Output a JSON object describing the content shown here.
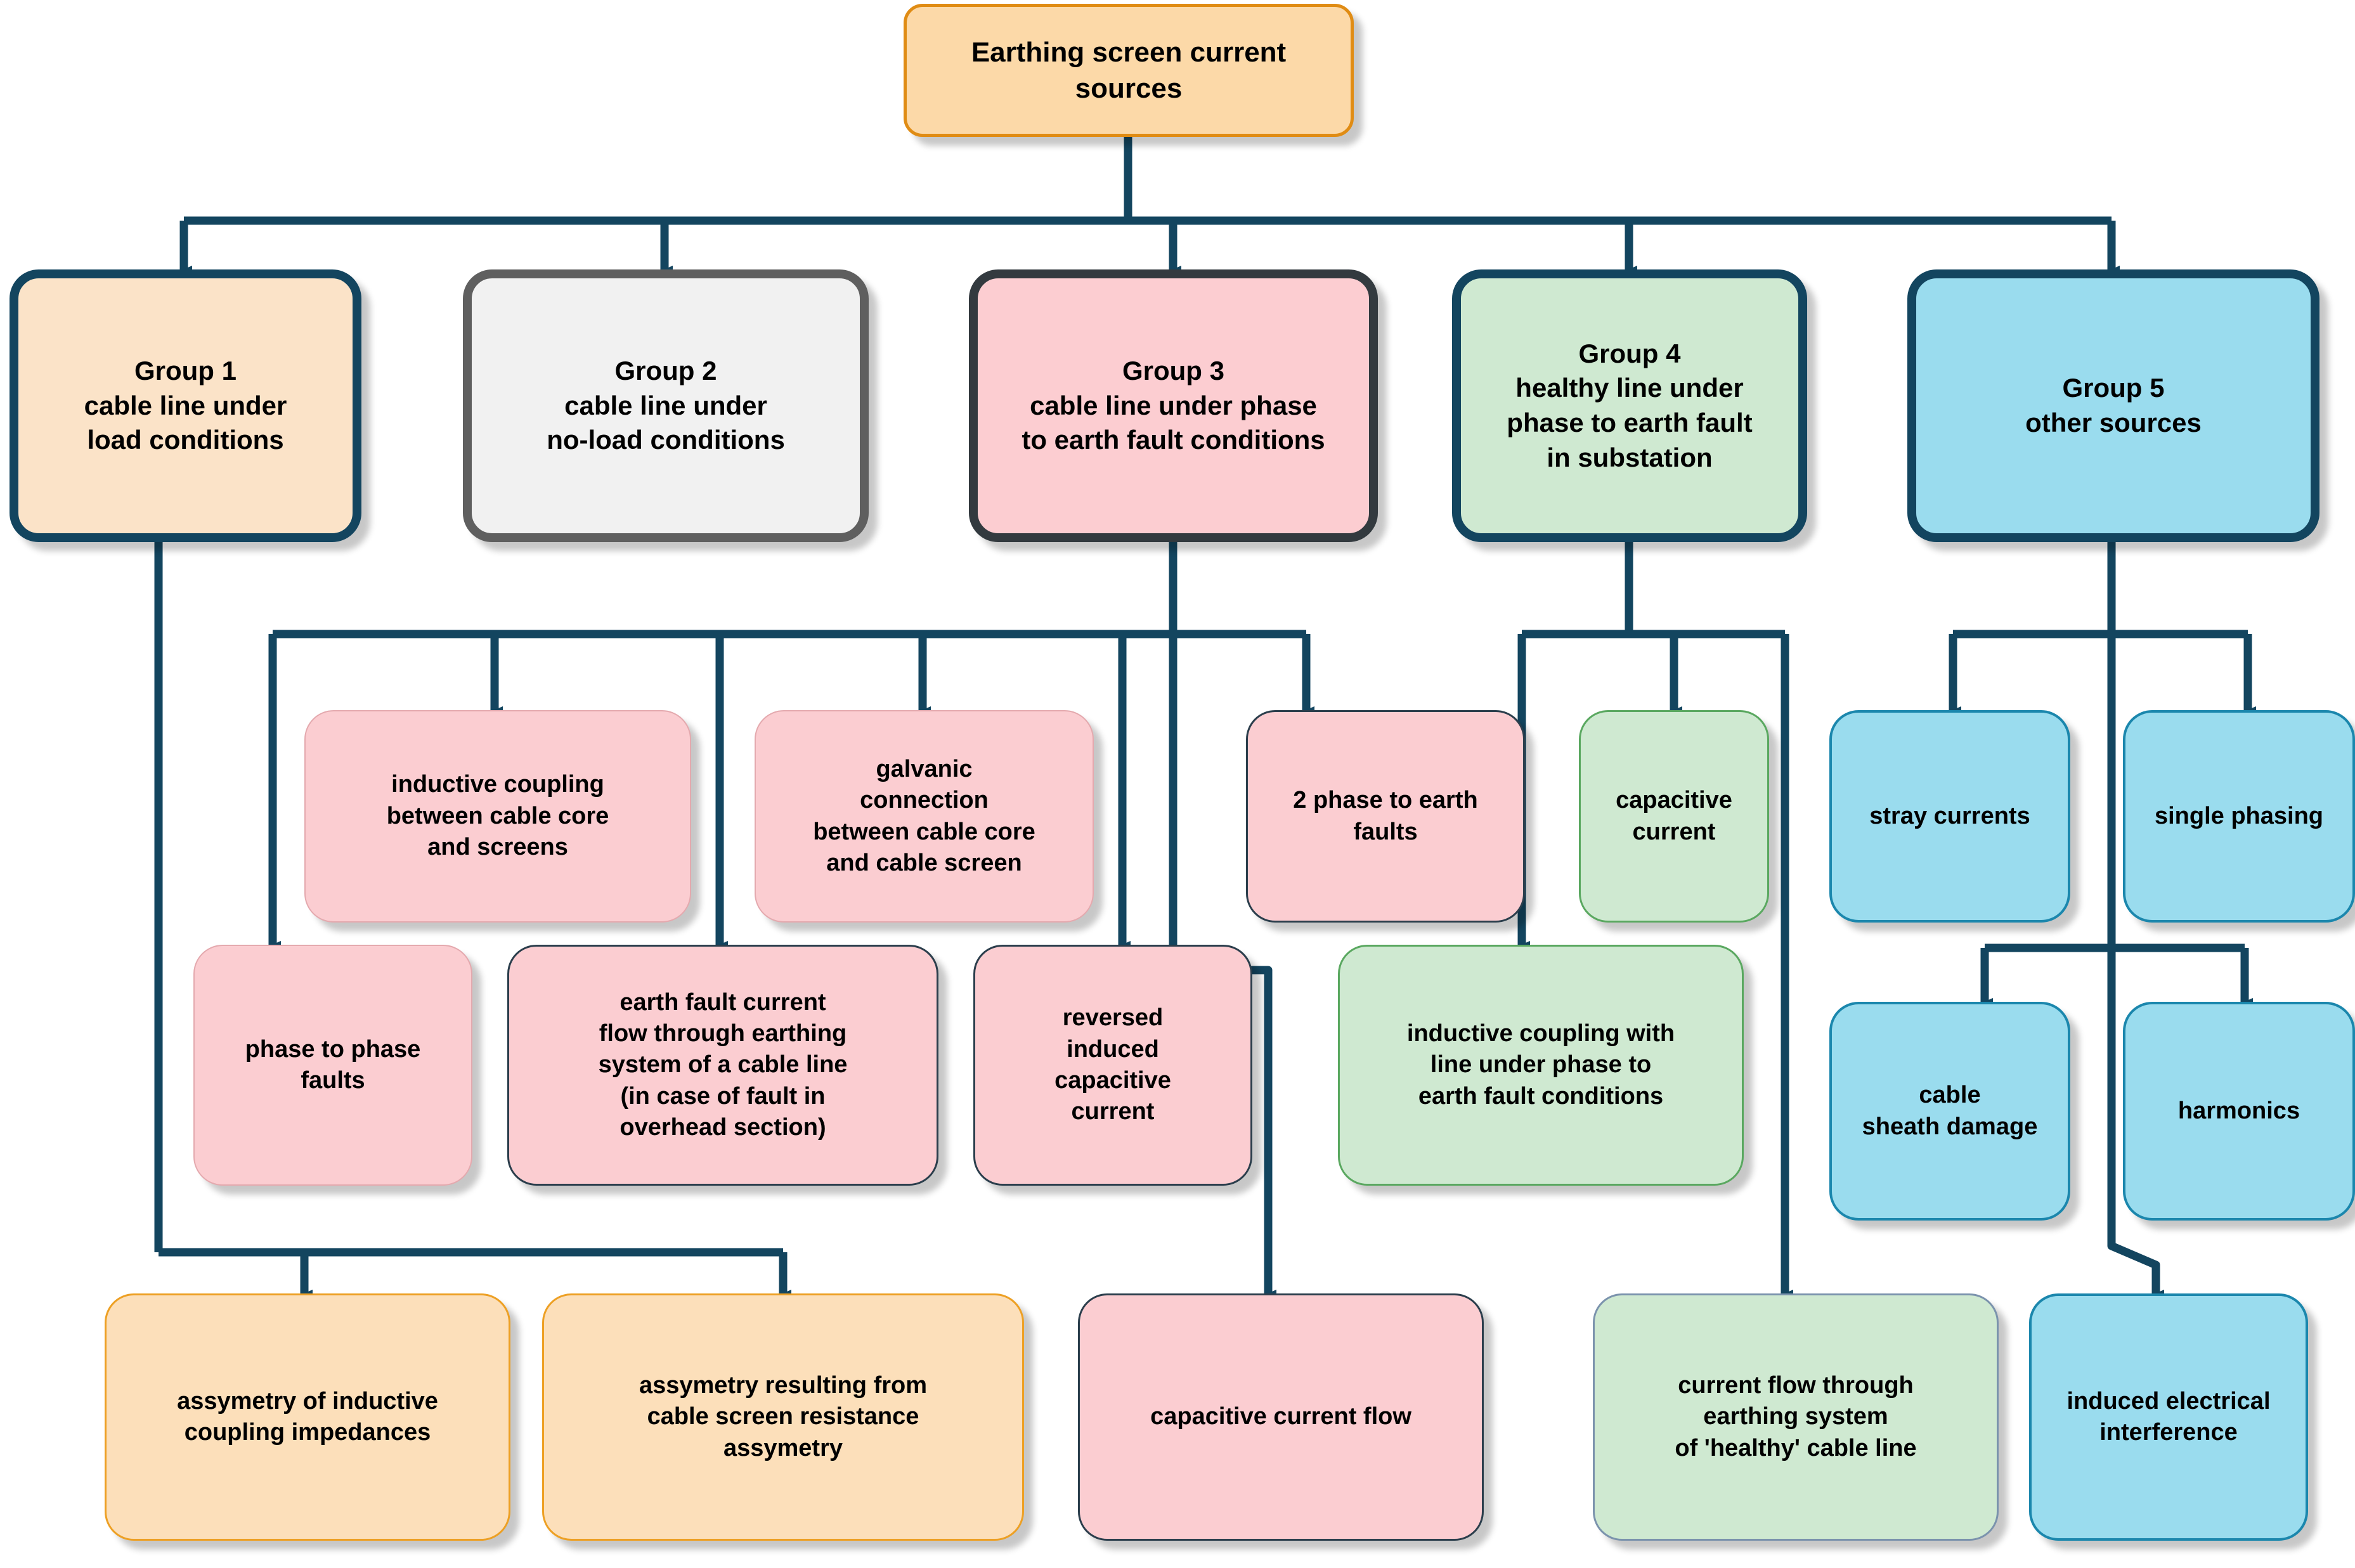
{
  "diagram": {
    "title": "Earthing screen current sources",
    "type": "hierarchical-flowchart",
    "root": {
      "id": "root",
      "label": "Earthing screen current sources"
    },
    "groups": [
      {
        "id": "g1",
        "label": "Group 1\ncable line under\nload conditions",
        "color_fill": "#fbe3c8",
        "color_border": "#13455f"
      },
      {
        "id": "g2",
        "label": "Group 2\ncable line under\nno-load conditions",
        "color_fill": "#f1f1f1",
        "color_border": "#5f5f5f"
      },
      {
        "id": "g3",
        "label": "Group 3\ncable line under phase\nto earth fault conditions",
        "color_fill": "#fccdd1",
        "color_border": "#333a3f"
      },
      {
        "id": "g4",
        "label": "Group 4\nhealthy line under\nphase to earth fault\nin substation",
        "color_fill": "#cfe9d1",
        "color_border": "#13455f"
      },
      {
        "id": "g5",
        "label": "Group 5\nother sources",
        "color_fill": "#9adcee",
        "color_border": "#13455f"
      }
    ],
    "leaves": [
      {
        "id": "n_inductive_coupling",
        "label": "inductive coupling\nbetween cable core\nand screens",
        "parent": "g3",
        "color_fill": "#fbcdd1"
      },
      {
        "id": "n_galvanic",
        "label": "galvanic\nconnection\nbetween cable core\nand cable screen",
        "parent": "g3",
        "color_fill": "#fbcdd1"
      },
      {
        "id": "n_2phase",
        "label": "2 phase to earth\nfaults",
        "parent": "g3",
        "color_fill": "#fbcdd1"
      },
      {
        "id": "n_capacitive_current",
        "label": "capacitive\ncurrent",
        "parent": "g4",
        "color_fill": "#cfe9d1"
      },
      {
        "id": "n_stray",
        "label": "stray currents",
        "parent": "g5",
        "color_fill": "#9adcee"
      },
      {
        "id": "n_single_phasing",
        "label": "single phasing",
        "parent": "g5",
        "color_fill": "#9adcee"
      },
      {
        "id": "n_phase_to_phase",
        "label": "phase to phase\nfaults",
        "parent": "g3",
        "color_fill": "#fbcdd1"
      },
      {
        "id": "n_earth_fault_flow",
        "label": "earth fault current\nflow through earthing\nsystem of a cable line\n(in case of fault in\noverhead section)",
        "parent": "g3",
        "color_fill": "#fbcdd1"
      },
      {
        "id": "n_reversed_induced",
        "label": "reversed\ninduced\ncapacitive\ncurrent",
        "parent": "g3",
        "color_fill": "#fbcdd1"
      },
      {
        "id": "n_inductive_with_line",
        "label": "inductive coupling with\nline under phase to\nearth fault conditions",
        "parent": "g4",
        "color_fill": "#cfe9d1"
      },
      {
        "id": "n_sheath_damage",
        "label": "cable\nsheath damage",
        "parent": "g5",
        "color_fill": "#9adcee"
      },
      {
        "id": "n_harmonics",
        "label": "harmonics",
        "parent": "g5",
        "color_fill": "#9adcee"
      },
      {
        "id": "n_assym_inductive",
        "label": "assymetry of inductive\ncoupling impedances",
        "parent": "g1",
        "color_fill": "#fcdfba"
      },
      {
        "id": "n_assym_resistance",
        "label": "assymetry resulting from\ncable screen resistance\nassymetry",
        "parent": "g1",
        "color_fill": "#fcdfba"
      },
      {
        "id": "n_capacitive_flow",
        "label": "capacitive current flow",
        "parent": "g3",
        "color_fill": "#fbcdd1"
      },
      {
        "id": "n_current_flow_healthy",
        "label": "current flow through\nearthing system\nof 'healthy' cable line",
        "parent": "g4",
        "color_fill": "#cfe9d1"
      },
      {
        "id": "n_induced_interference",
        "label": "induced electrical\ninterference",
        "parent": "g5",
        "color_fill": "#9adcee"
      }
    ],
    "colors": {
      "connector": "#13455f",
      "background": "#ffffff",
      "text": "#000000"
    }
  }
}
